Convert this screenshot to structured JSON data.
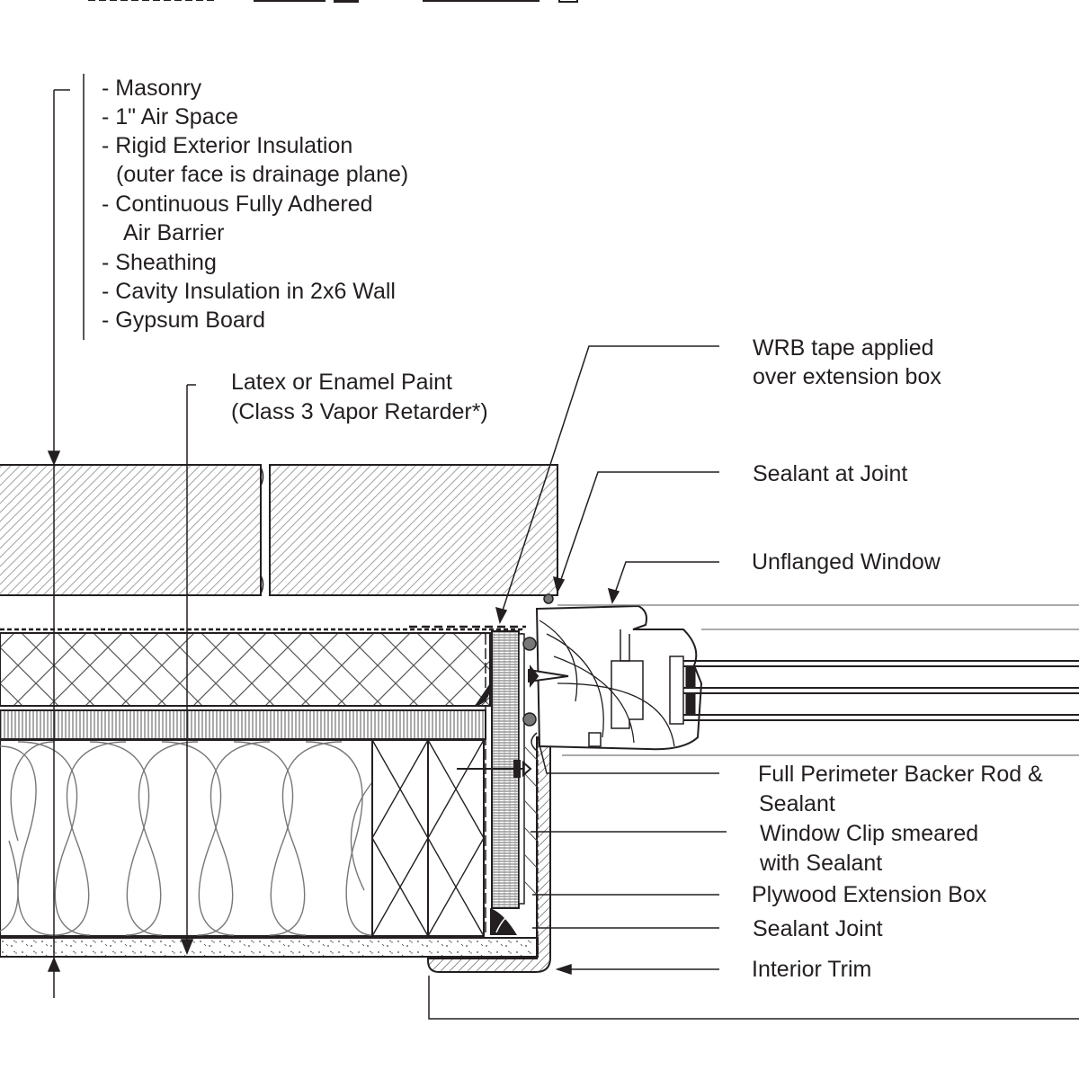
{
  "wall_assembly_label": [
    "- Masonry",
    "- 1\" Air Space",
    "- Rigid Exterior Insulation",
    "(outer face is drainage plane)",
    "- Continuous Fully Adhered",
    "Air Barrier",
    "- Sheathing",
    "- Cavity Insulation in 2x6 Wall",
    "- Gypsum Board"
  ],
  "paint_label": [
    "Latex or Enamel Paint",
    "(Class 3 Vapor Retarder*)"
  ],
  "callouts": {
    "wrb_tape": [
      "WRB tape applied",
      "over extension box"
    ],
    "sealant_at_joint": "Sealant at Joint",
    "unflanged_window": "Unflanged Window",
    "backer_rod": [
      "Full Perimeter Backer Rod &",
      "Sealant"
    ],
    "window_clip": [
      "Window Clip smeared",
      "with Sealant"
    ],
    "plywood_box": "Plywood Extension Box",
    "sealant_joint": "Sealant Joint",
    "interior_trim": "Interior Trim"
  },
  "colors": {
    "line": "#231f20",
    "hatch": "#9a9a9a",
    "fill_dark": "#333333"
  }
}
